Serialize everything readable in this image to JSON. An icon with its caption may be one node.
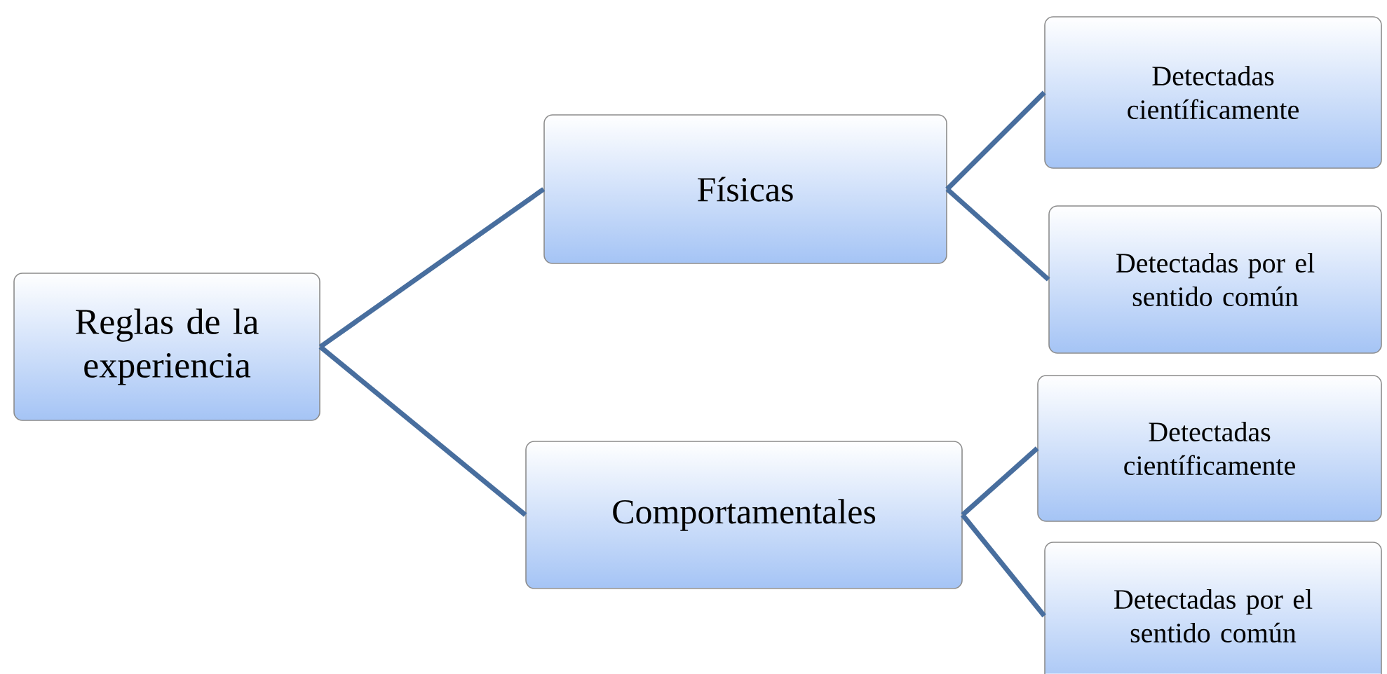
{
  "diagram": {
    "nodes": [
      {
        "text": [
          "Reglas de la experiencia"
        ]
      },
      {
        "text": [
          "Físicas"
        ]
      },
      {
        "text": [
          "Comportamentales"
        ]
      },
      {
        "text": [
          "Detectadas científicamente"
        ]
      },
      {
        "text": [
          "Detectadas por el sentido común"
        ]
      },
      {
        "text": [
          "Detectadas científicamente"
        ]
      },
      {
        "text": [
          "Detectadas por el sentido común"
        ]
      }
    ],
    "edges": [
      {
        "from": 0,
        "to": 1,
        "arrow": "none"
      },
      {
        "from": 0,
        "to": 2,
        "arrow": "none"
      },
      {
        "from": 1,
        "to": 3,
        "arrow": "none"
      },
      {
        "from": 1,
        "to": 4,
        "arrow": "none"
      },
      {
        "from": 2,
        "to": 5,
        "arrow": "none"
      },
      {
        "from": 2,
        "to": 6,
        "arrow": "none"
      }
    ]
  }
}
